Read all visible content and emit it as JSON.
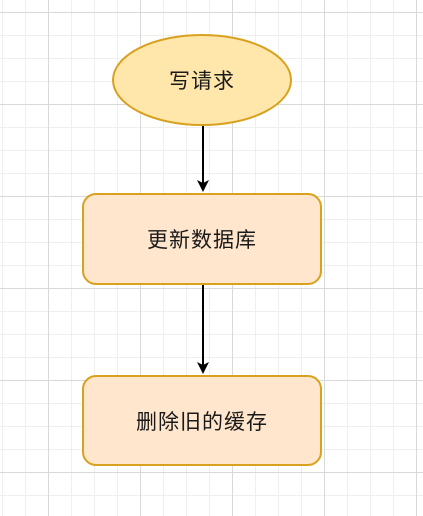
{
  "diagram": {
    "type": "flowchart",
    "colors": {
      "node_fill_ellipse": "#ffe6aa",
      "node_fill_rect": "#ffe6cc",
      "node_stroke": "#d8a21f",
      "edge_stroke": "#000000",
      "grid": "#d9d9d9"
    },
    "nodes": [
      {
        "id": "n1",
        "shape": "ellipse",
        "label": "写请求"
      },
      {
        "id": "n2",
        "shape": "rounded-rect",
        "label": "更新数据库"
      },
      {
        "id": "n3",
        "shape": "rounded-rect",
        "label": "删除旧的缓存"
      }
    ],
    "edges": [
      {
        "from": "n1",
        "to": "n2"
      },
      {
        "from": "n2",
        "to": "n3"
      }
    ]
  }
}
